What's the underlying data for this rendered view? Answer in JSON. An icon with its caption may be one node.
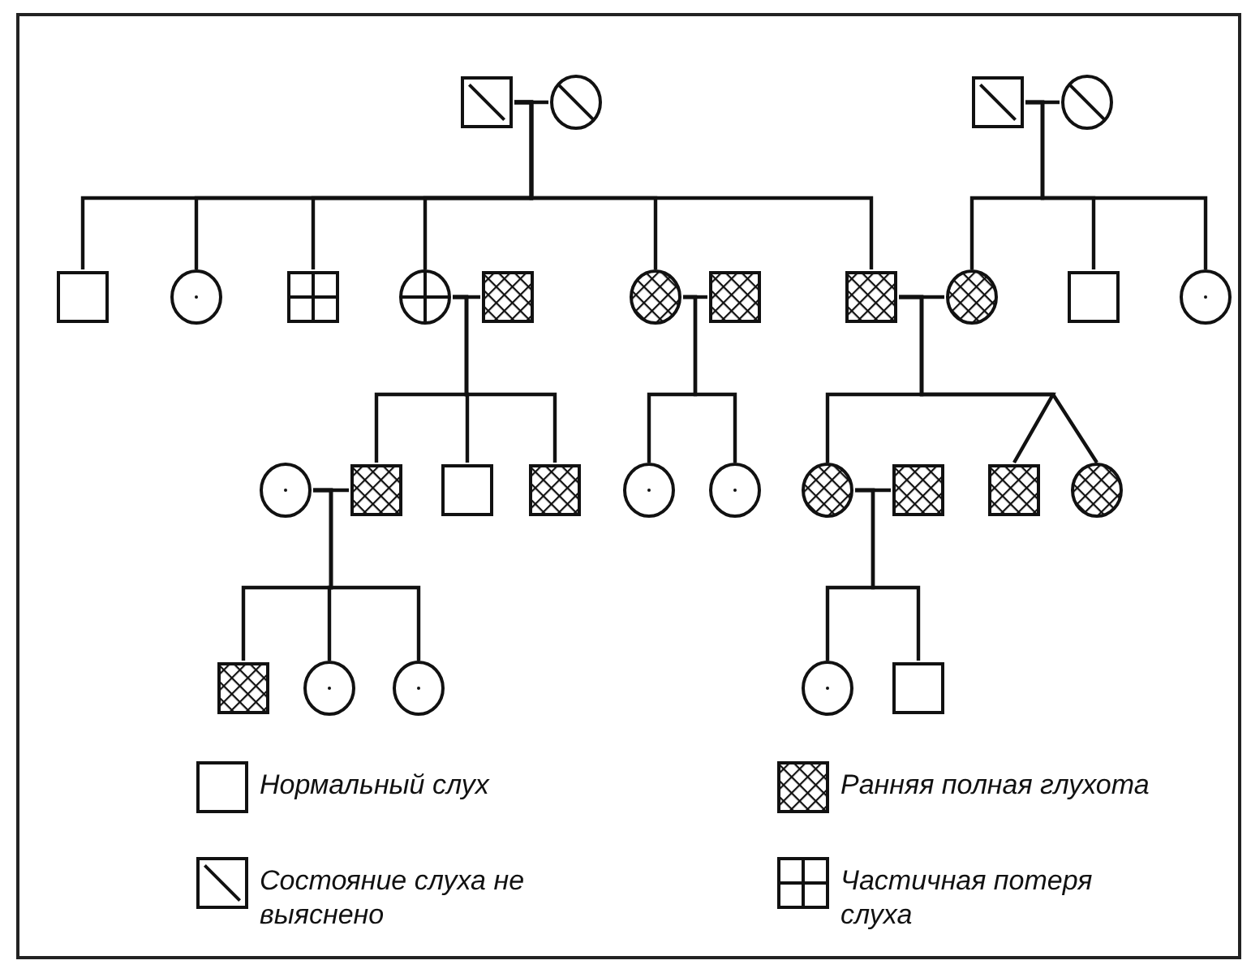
{
  "diagram": {
    "nodes": [
      {
        "text": [],
        "shape": "box"
      },
      {
        "text": [],
        "shape": "circle"
      },
      {
        "text": [],
        "shape": "box"
      },
      {
        "text": [],
        "shape": "circle"
      },
      {
        "text": [],
        "shape": "box"
      },
      {
        "text": [],
        "shape": "circle"
      },
      {
        "text": [],
        "shape": "box"
      },
      {
        "text": [],
        "shape": "circle"
      },
      {
        "text": [],
        "shape": "box"
      },
      {
        "text": [],
        "shape": "circle"
      },
      {
        "text": [],
        "shape": "box"
      },
      {
        "text": [],
        "shape": "box"
      },
      {
        "text": [],
        "shape": "circle"
      },
      {
        "text": [],
        "shape": "box"
      },
      {
        "text": [],
        "shape": "circle"
      },
      {
        "text": [],
        "shape": "circle"
      },
      {
        "text": [],
        "shape": "box"
      },
      {
        "text": [],
        "shape": "box"
      },
      {
        "text": [],
        "shape": "box"
      },
      {
        "text": [],
        "shape": "circle"
      },
      {
        "text": [],
        "shape": "circle"
      },
      {
        "text": [],
        "shape": "circle"
      },
      {
        "text": [],
        "shape": "box"
      },
      {
        "text": [],
        "shape": "box"
      },
      {
        "text": [],
        "shape": "circle"
      },
      {
        "text": [],
        "shape": "box"
      },
      {
        "text": [],
        "shape": "circle"
      },
      {
        "text": [],
        "shape": "circle"
      },
      {
        "text": [],
        "shape": "circle"
      },
      {
        "text": [],
        "shape": "box"
      }
    ],
    "edges": [
      {
        "from": 0,
        "to": 1,
        "arrow": "none"
      },
      {
        "from": 2,
        "to": 3,
        "arrow": "none"
      },
      {
        "from": 0,
        "to": 4,
        "arrow": "none"
      },
      {
        "from": 0,
        "to": 5,
        "arrow": "none"
      },
      {
        "from": 0,
        "to": 6,
        "arrow": "none"
      },
      {
        "from": 0,
        "to": 7,
        "arrow": "none"
      },
      {
        "from": 0,
        "to": 9,
        "arrow": "none"
      },
      {
        "from": 0,
        "to": 11,
        "arrow": "none"
      },
      {
        "from": 2,
        "to": 12,
        "arrow": "none"
      },
      {
        "from": 2,
        "to": 13,
        "arrow": "none"
      },
      {
        "from": 2,
        "to": 14,
        "arrow": "none"
      },
      {
        "from": 7,
        "to": 8,
        "arrow": "none"
      },
      {
        "from": 9,
        "to": 10,
        "arrow": "none"
      },
      {
        "from": 11,
        "to": 12,
        "arrow": "none"
      },
      {
        "from": 7,
        "to": 16,
        "arrow": "none"
      },
      {
        "from": 7,
        "to": 17,
        "arrow": "none"
      },
      {
        "from": 7,
        "to": 18,
        "arrow": "none"
      },
      {
        "from": 9,
        "to": 19,
        "arrow": "none"
      },
      {
        "from": 9,
        "to": 20,
        "arrow": "none"
      },
      {
        "from": 11,
        "to": 21,
        "arrow": "none"
      },
      {
        "from": 11,
        "to": 23,
        "arrow": "none"
      },
      {
        "from": 11,
        "to": 24,
        "arrow": "none"
      },
      {
        "from": 15,
        "to": 16,
        "arrow": "none"
      },
      {
        "from": 21,
        "to": 22,
        "arrow": "none"
      },
      {
        "from": 15,
        "to": 25,
        "arrow": "none"
      },
      {
        "from": 15,
        "to": 26,
        "arrow": "none"
      },
      {
        "from": 15,
        "to": 27,
        "arrow": "none"
      },
      {
        "from": 21,
        "to": 28,
        "arrow": "none"
      },
      {
        "from": 21,
        "to": 29,
        "arrow": "none"
      }
    ],
    "legend": [
      {
        "text": "Нормальный слух"
      },
      {
        "text": "Ранняя полная глухота"
      },
      {
        "text": "Состояние слуха не выяснено"
      },
      {
        "text": "Частичная потеря слуха"
      }
    ]
  }
}
